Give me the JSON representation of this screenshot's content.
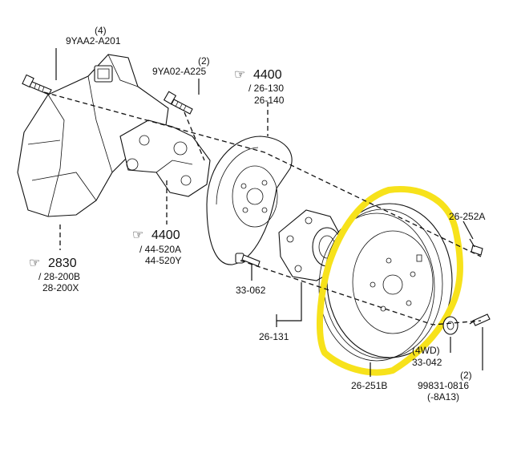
{
  "labels": {
    "bolt_top": "9YAA2-A201",
    "bolt_top_qty": "(4)",
    "bolt_mid": "9YA02-A225",
    "bolt_mid_qty": "(2)",
    "ref_4400_top": "4400",
    "ref_4400_top_sub1": "/ 26-130",
    "ref_4400_top_sub2": "26-140",
    "ref_4400_left": "4400",
    "ref_4400_left_sub1": "/ 44-520A",
    "ref_4400_left_sub2": "44-520Y",
    "ref_2830": "2830",
    "ref_2830_sub1": "/ 28-200B",
    "ref_2830_sub2": "28-200X",
    "hub_bolt": "33-062",
    "hub": "26-131",
    "rotor": "26-251B",
    "rotor_screw": "26-252A",
    "nut_note": "(4WD)",
    "nut": "33-042",
    "stud_qty": "(2)",
    "stud": "99831-0816",
    "stud_sub": "(-8A13)"
  },
  "colors": {
    "highlight": "#f7e21b",
    "ink": "#111111"
  },
  "icons": {
    "reference_pointer": "pointing-hand-icon"
  }
}
